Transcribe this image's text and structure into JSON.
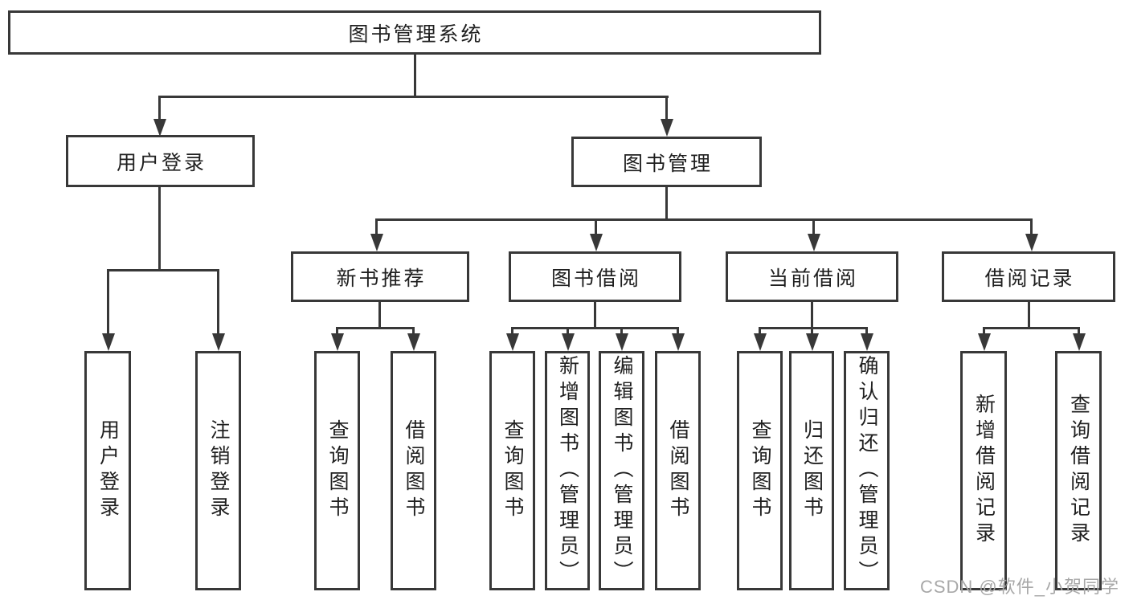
{
  "diagram": {
    "title": "图书管理系统",
    "root": {
      "label": "图书管理系统"
    },
    "level2": [
      {
        "id": "user-login",
        "label": "用户登录"
      },
      {
        "id": "book-management",
        "label": "图书管理"
      }
    ],
    "level3": [
      {
        "id": "new-book-recommend",
        "parent": "图书管理",
        "label": "新书推荐"
      },
      {
        "id": "book-borrow",
        "parent": "图书管理",
        "label": "图书借阅"
      },
      {
        "id": "current-borrow",
        "parent": "图书管理",
        "label": "当前借阅"
      },
      {
        "id": "borrow-records",
        "parent": "图书管理",
        "label": "借阅记录"
      }
    ],
    "leaves": [
      {
        "parent": "用户登录",
        "label": "用户登录"
      },
      {
        "parent": "用户登录",
        "label": "注销登录"
      },
      {
        "parent": "新书推荐",
        "label": "查询图书"
      },
      {
        "parent": "新书推荐",
        "label": "借阅图书"
      },
      {
        "parent": "图书借阅",
        "label": "查询图书"
      },
      {
        "parent": "图书借阅",
        "label": "新增图书（管理员）"
      },
      {
        "parent": "图书借阅",
        "label": "编辑图书（管理员）"
      },
      {
        "parent": "图书借阅",
        "label": "借阅图书"
      },
      {
        "parent": "当前借阅",
        "label": "查询图书"
      },
      {
        "parent": "当前借阅",
        "label": "归还图书"
      },
      {
        "parent": "当前借阅",
        "label": "确认归还（管理员）"
      },
      {
        "parent": "借阅记录",
        "label": "新增借阅记录"
      },
      {
        "parent": "借阅记录",
        "label": "查询借阅记录"
      }
    ]
  },
  "watermark": {
    "text": "CSDN @软件_小贺同学"
  },
  "colors": {
    "line": "#383838",
    "text": "#1f1f1f",
    "watermark": "#a8a8a8",
    "background": "#ffffff"
  }
}
